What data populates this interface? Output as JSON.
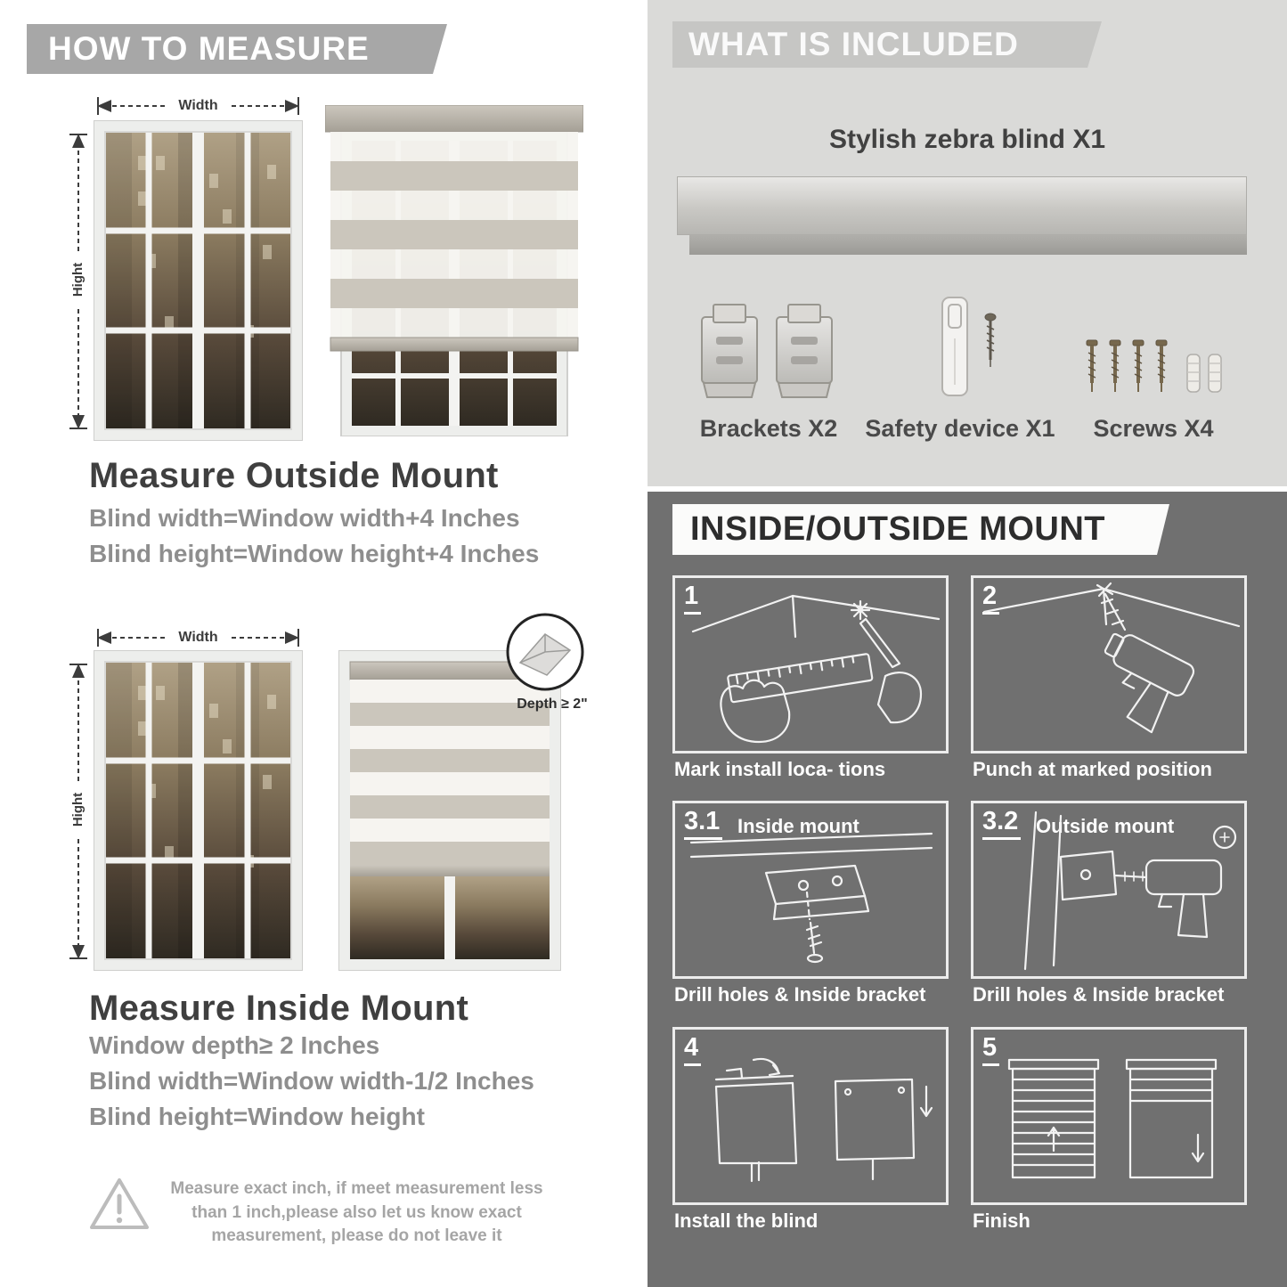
{
  "colors": {
    "left_banner_bg": "#a7a7a7",
    "included_bg": "#dadad8",
    "included_banner_bg": "#c6c6c4",
    "mount_bg": "#707070",
    "heading_text": "#3f3f3f",
    "body_text": "#8e8e8e",
    "panel_line": "#f2f2f2"
  },
  "left": {
    "banner": "HOW TO MEASURE",
    "outside": {
      "width_label": "Width",
      "height_label": "Hight",
      "heading": "Measure Outside Mount",
      "lines": [
        "Blind width=Window width+4 Inches",
        "Blind height=Window height+4 Inches"
      ]
    },
    "inside": {
      "width_label": "Width",
      "height_label": "Hight",
      "depth_label": "Depth ≥ 2\"",
      "heading": "Measure Inside Mount",
      "lines": [
        "Window depth≥ 2 Inches",
        "Blind width=Window width-1/2 Inches",
        "Blind height=Window height"
      ]
    },
    "warning_text": "Measure exact inch, if meet measurement less than 1 inch,please also let us know exact measurement, please do not leave it"
  },
  "right": {
    "included": {
      "banner": "WHAT IS INCLUDED",
      "product_label": "Stylish zebra blind X1",
      "items": [
        {
          "label": "Brackets X2",
          "icon": "brackets-icon"
        },
        {
          "label": "Safety device X1",
          "icon": "safety-device-icon"
        },
        {
          "label": "Screws X4",
          "icon": "screws-icon"
        }
      ]
    },
    "mount": {
      "banner": "INSIDE/OUTSIDE MOUNT",
      "steps": [
        {
          "num": "1",
          "caption": "Mark install loca- tions"
        },
        {
          "num": "2",
          "caption": "Punch at  marked position"
        },
        {
          "num": "3.1",
          "title": "Inside mount",
          "caption": "Drill holes &  Inside bracket"
        },
        {
          "num": "3.2",
          "title": "Outside mount",
          "caption": "Drill holes &  Inside bracket"
        },
        {
          "num": "4",
          "caption": "Install the blind"
        },
        {
          "num": "5",
          "caption": "Finish"
        }
      ]
    }
  }
}
